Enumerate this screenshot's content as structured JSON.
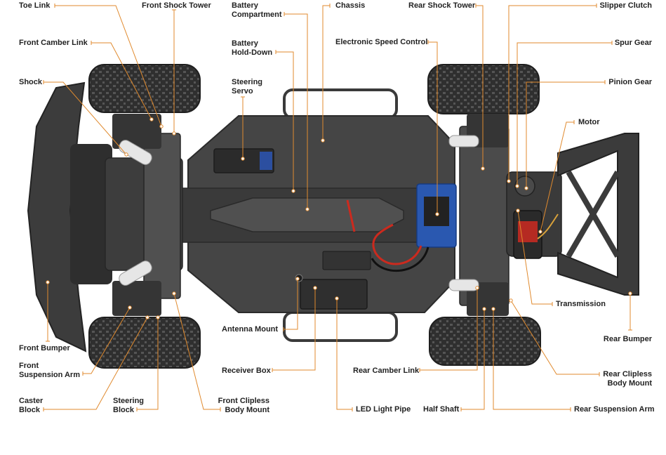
{
  "colors": {
    "leader": "#e08a2e",
    "text": "#222222",
    "chassis": "#454545",
    "tire": "#2f2f2f"
  },
  "labels": {
    "toe_link": [
      "Toe Link"
    ],
    "front_shock_tower": [
      "Front Shock Tower"
    ],
    "battery_compartment": [
      "Battery",
      "Compartment"
    ],
    "chassis": [
      "Chassis"
    ],
    "rear_shock_tower": [
      "Rear Shock Tower"
    ],
    "slipper_clutch": [
      "Slipper Clutch"
    ],
    "front_camber_link": [
      "Front Camber Link"
    ],
    "battery_hold_down": [
      "Battery",
      "Hold-Down"
    ],
    "esc": [
      "Electronic Speed Control"
    ],
    "spur_gear": [
      "Spur Gear"
    ],
    "shock": [
      "Shock"
    ],
    "steering_servo": [
      "Steering",
      "Servo"
    ],
    "pinion_gear": [
      "Pinion Gear"
    ],
    "motor": [
      "Motor"
    ],
    "transmission": [
      "Transmission"
    ],
    "rear_bumper": [
      "Rear Bumper"
    ],
    "antenna_mount": [
      "Antenna Mount"
    ],
    "front_bumper": [
      "Front Bumper"
    ],
    "front_suspension_arm": [
      "Front",
      "Suspension Arm"
    ],
    "receiver_box": [
      "Receiver Box"
    ],
    "rear_camber_link": [
      "Rear Camber Link"
    ],
    "rear_clipless_body_mount": [
      "Rear Clipless",
      "Body Mount"
    ],
    "caster_block": [
      "Caster",
      "Block"
    ],
    "steering_block": [
      "Steering",
      "Block"
    ],
    "front_clipless_body_mount": [
      "Front Clipless",
      "Body Mount"
    ],
    "led_light_pipe": [
      "LED Light Pipe"
    ],
    "half_shaft": [
      "Half Shaft"
    ],
    "rear_suspension_arm": [
      "Rear Suspension Arm"
    ]
  }
}
